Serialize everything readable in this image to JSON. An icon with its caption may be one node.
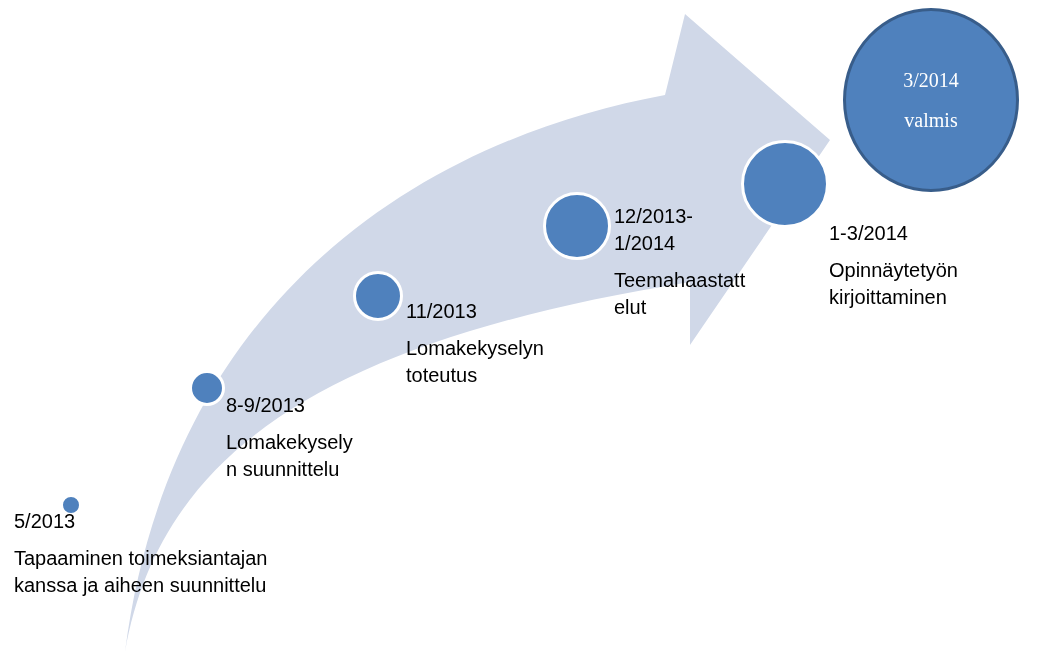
{
  "diagram": {
    "nodes": [
      {
        "text": [],
        "shape": "circle",
        "beside": [
          "5/2013",
          "Tapaaminen toimeksiantajan kanssa ja aiheen suunnittelu"
        ]
      },
      {
        "text": [],
        "shape": "circle",
        "beside": [
          "8-9/2013",
          "Lomakekysely n suunnittelu"
        ]
      },
      {
        "text": [],
        "shape": "circle",
        "beside": [
          "11/2013",
          "Lomakekyselyn toteutus"
        ]
      },
      {
        "text": [],
        "shape": "circle",
        "beside": [
          "12/2013- 1/2014",
          "Teemahaastatt elut"
        ]
      },
      {
        "text": [],
        "shape": "circle",
        "beside": [
          "1-3/2014",
          "Opinnäytetyön kirjoittaminen"
        ]
      },
      {
        "text": [
          "3/2014",
          "valmis"
        ]
      }
    ],
    "edges": []
  }
}
